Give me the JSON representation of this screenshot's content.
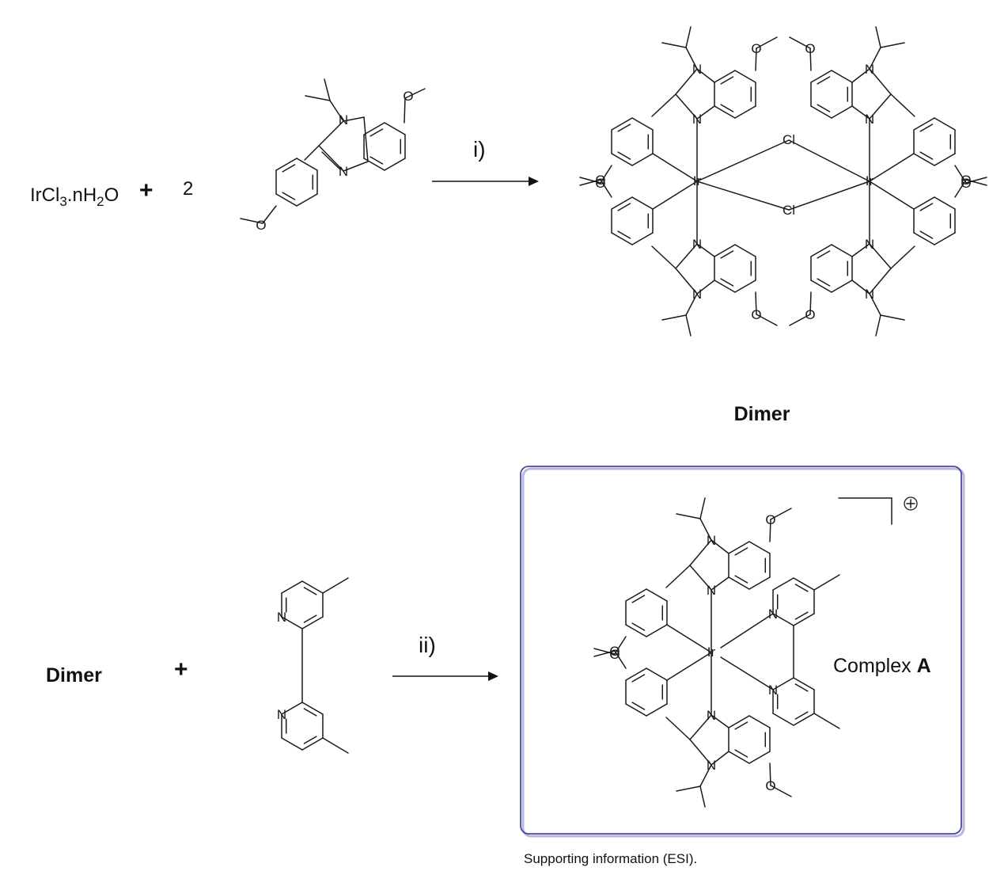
{
  "reaction_1": {
    "reagent_base": "IrCl",
    "reagent_sub": "3",
    "reagent_mid": ".nH",
    "reagent_sub2": "2",
    "reagent_end": "O",
    "plus": "+",
    "coefficient": "2",
    "condition": "i)",
    "product_label": "Dimer"
  },
  "reaction_2": {
    "reactant_label": "Dimer",
    "plus": "+",
    "condition": "ii)",
    "product_name_prefix": "Complex ",
    "product_name_bold": "A",
    "charge_symbol": "⊕"
  },
  "caption": "Supporting information (ESI).",
  "atoms": {
    "nitrogen": "N",
    "oxygen": "O",
    "iridium": "Ir",
    "chlorine": "Cl"
  },
  "colors": {
    "box_border": "#4a4aa8",
    "ink": "#1a1a1a"
  }
}
